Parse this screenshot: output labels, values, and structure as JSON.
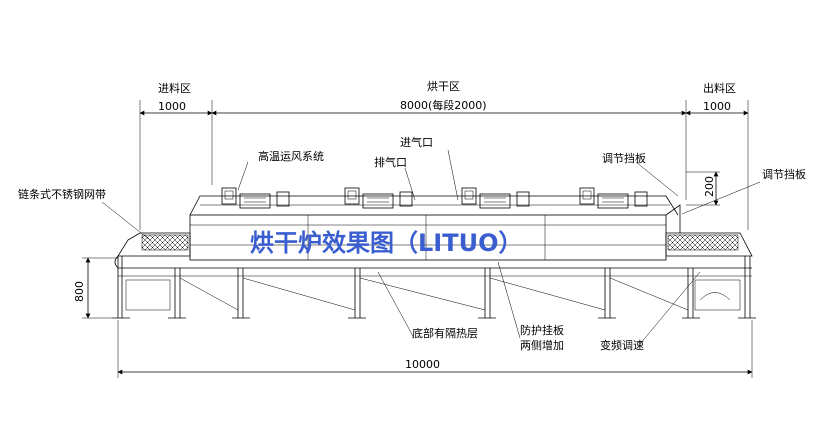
{
  "zones": {
    "feed": "进料区",
    "dry": "烘干区",
    "discharge": "出料区"
  },
  "dimensions": {
    "feed_len": "1000",
    "dry_len": "8000(每段2000)",
    "out_len": "1000",
    "height": "800",
    "baffle": "200",
    "total": "10000"
  },
  "labels": {
    "hot_air": "高温运风系统",
    "air_in": "进气口",
    "exhaust": "排气口",
    "adj_baffle": "调节挡板",
    "adj_baffle_right": "调节挡板",
    "belt": "链条式不锈钢网带",
    "insulation": "底部有隔热层",
    "guard_1": "防护挂板",
    "guard_2": "两侧增加",
    "vfd": "变频调速"
  },
  "watermark": "烘干炉效果图（LITUO）"
}
